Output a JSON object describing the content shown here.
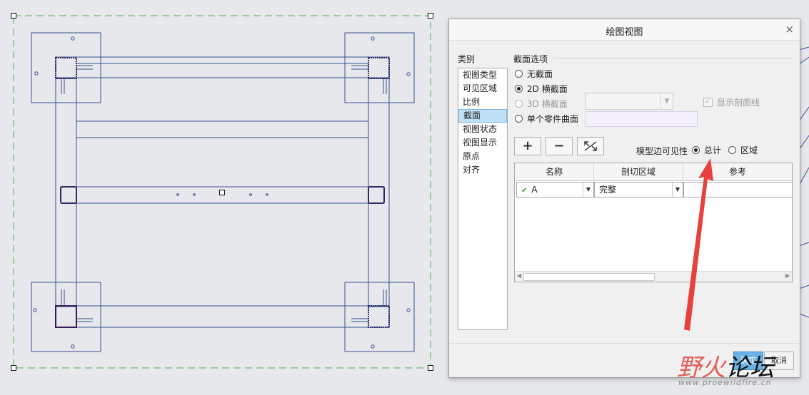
{
  "dialog": {
    "title": "绘图视图",
    "close_glyph": "×",
    "category_label": "类别",
    "categories": [
      "视图类型",
      "可见区域",
      "比例",
      "截面",
      "视图状态",
      "视图显示",
      "原点",
      "对齐"
    ],
    "section_options_label": "截面选项",
    "options": {
      "no_section": "无截面",
      "section_2d": "2D 横截面",
      "section_3d": "3D 横截面",
      "single_part_surface": "单个零件曲面"
    },
    "show_hatch_label": "显示剖面线",
    "toolbar": {
      "add": "+",
      "remove": "−"
    },
    "edge_visibility_label": "模型边可见性",
    "edge_total": "总计",
    "edge_area": "区域",
    "table": {
      "columns": [
        "名称",
        "剖切区域",
        "参考"
      ],
      "rows": [
        {
          "name": "A",
          "area": "完整",
          "ref": ""
        }
      ]
    },
    "buttons": {
      "ok": "确定",
      "cancel": "取消"
    }
  },
  "watermark": {
    "brand_red": "野火",
    "brand_dark": "论坛",
    "url": "www.proewildfire.cn"
  },
  "colors": {
    "line": "#3a4f8f",
    "guide": "#4caf50",
    "arrow": "#e8403a",
    "accent": "#6bb2e6"
  }
}
